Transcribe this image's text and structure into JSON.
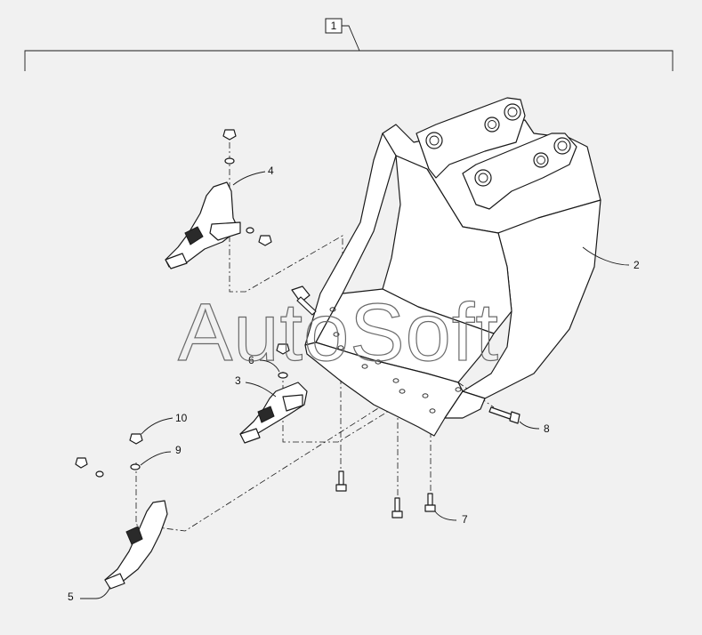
{
  "assembly_label": "1",
  "callouts": {
    "c2": "2",
    "c3": "3",
    "c4": "4",
    "c5": "5",
    "c6": "6",
    "c7": "7",
    "c8": "8",
    "c9": "9",
    "c10": "10"
  },
  "watermark": "AutoSoft"
}
